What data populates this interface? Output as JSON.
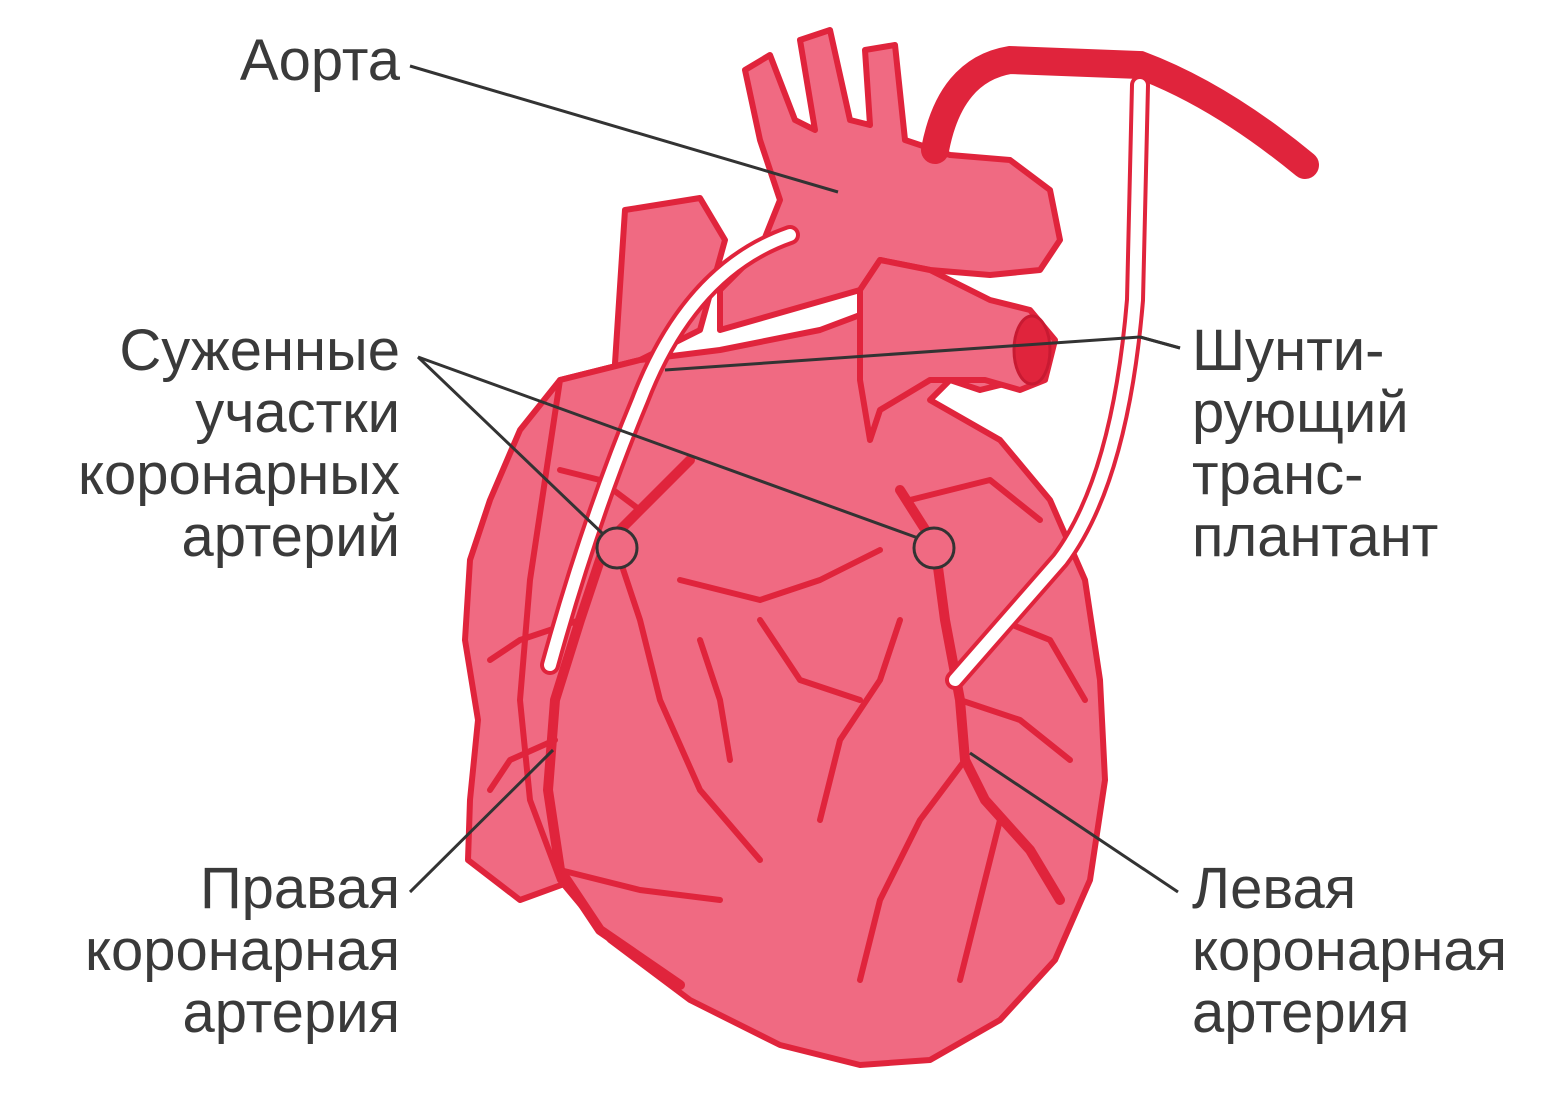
{
  "labels": {
    "aorta": {
      "lines": [
        "Аорта"
      ]
    },
    "narrowed": {
      "lines": [
        "Суженные",
        "участки",
        "коронарных",
        "артерий"
      ]
    },
    "graft": {
      "lines": [
        "Шунти-",
        "рующий",
        "транс-",
        "плантант"
      ]
    },
    "right_coronary": {
      "lines": [
        "Правая",
        "коронарная",
        "артерия"
      ]
    },
    "left_coronary": {
      "lines": [
        "Левая",
        "коронарная",
        "артерия"
      ]
    }
  },
  "colors": {
    "heart_fill": "#f06a82",
    "heart_outline": "#e0243c",
    "vessel": "#e0243c",
    "graft": "#ffffff",
    "leader_line": "#333333",
    "text": "#3a3a3a"
  }
}
